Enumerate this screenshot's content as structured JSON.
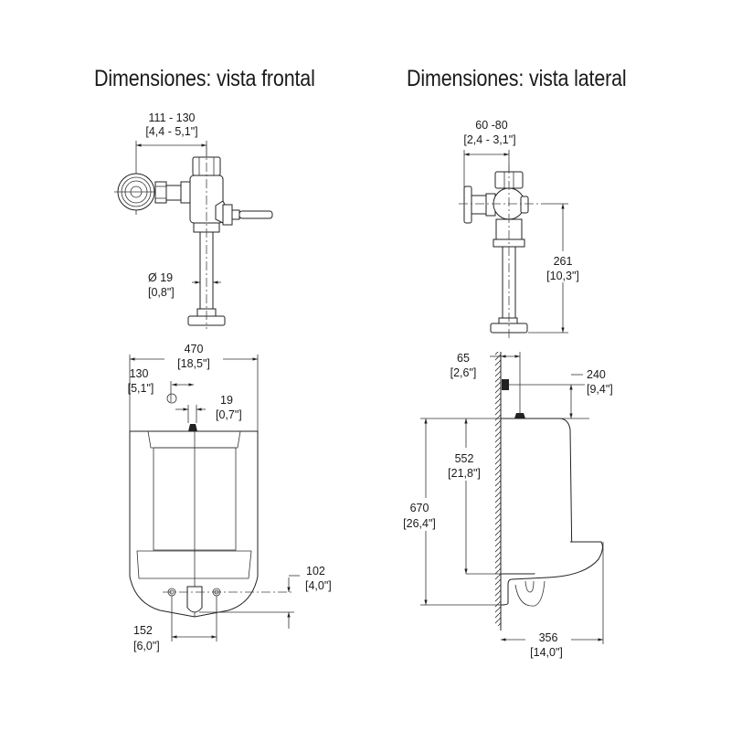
{
  "titles": {
    "front": "Dimensiones: vista frontal",
    "side": "Dimensiones: vista lateral"
  },
  "front_view": {
    "valve_width": {
      "mm": "111 - 130",
      "in": "[4,4 - 5,1\"]"
    },
    "pipe_diameter": {
      "mm": "Ø 19",
      "in": "[0,8\"]"
    },
    "urinal_width": {
      "mm": "470",
      "in": "[18,5\"]"
    },
    "spud_offset": {
      "mm": "130",
      "in": "[5,1\"]"
    },
    "spud_diameter": {
      "mm": "19",
      "in": "[0,7\"]"
    },
    "outlet_height": {
      "mm": "102",
      "in": "[4,0\"]"
    },
    "bolt_spacing": {
      "mm": "152",
      "in": "[6,0\"]"
    }
  },
  "side_view": {
    "valve_depth": {
      "mm": "60 -80",
      "in": "[2,4 - 3,1\"]"
    },
    "valve_height": {
      "mm": "261",
      "in": "[10,3\"]"
    },
    "spud_wall_distance": {
      "mm": "65",
      "in": "[2,6\"]"
    },
    "supply_height": {
      "mm": "240",
      "in": "[9,4\"]"
    },
    "rim_height": {
      "mm": "552",
      "in": "[21,8\"]"
    },
    "total_height": {
      "mm": "670",
      "in": "[26,4\"]"
    },
    "projection": {
      "mm": "356",
      "in": "[14,0\"]"
    }
  }
}
